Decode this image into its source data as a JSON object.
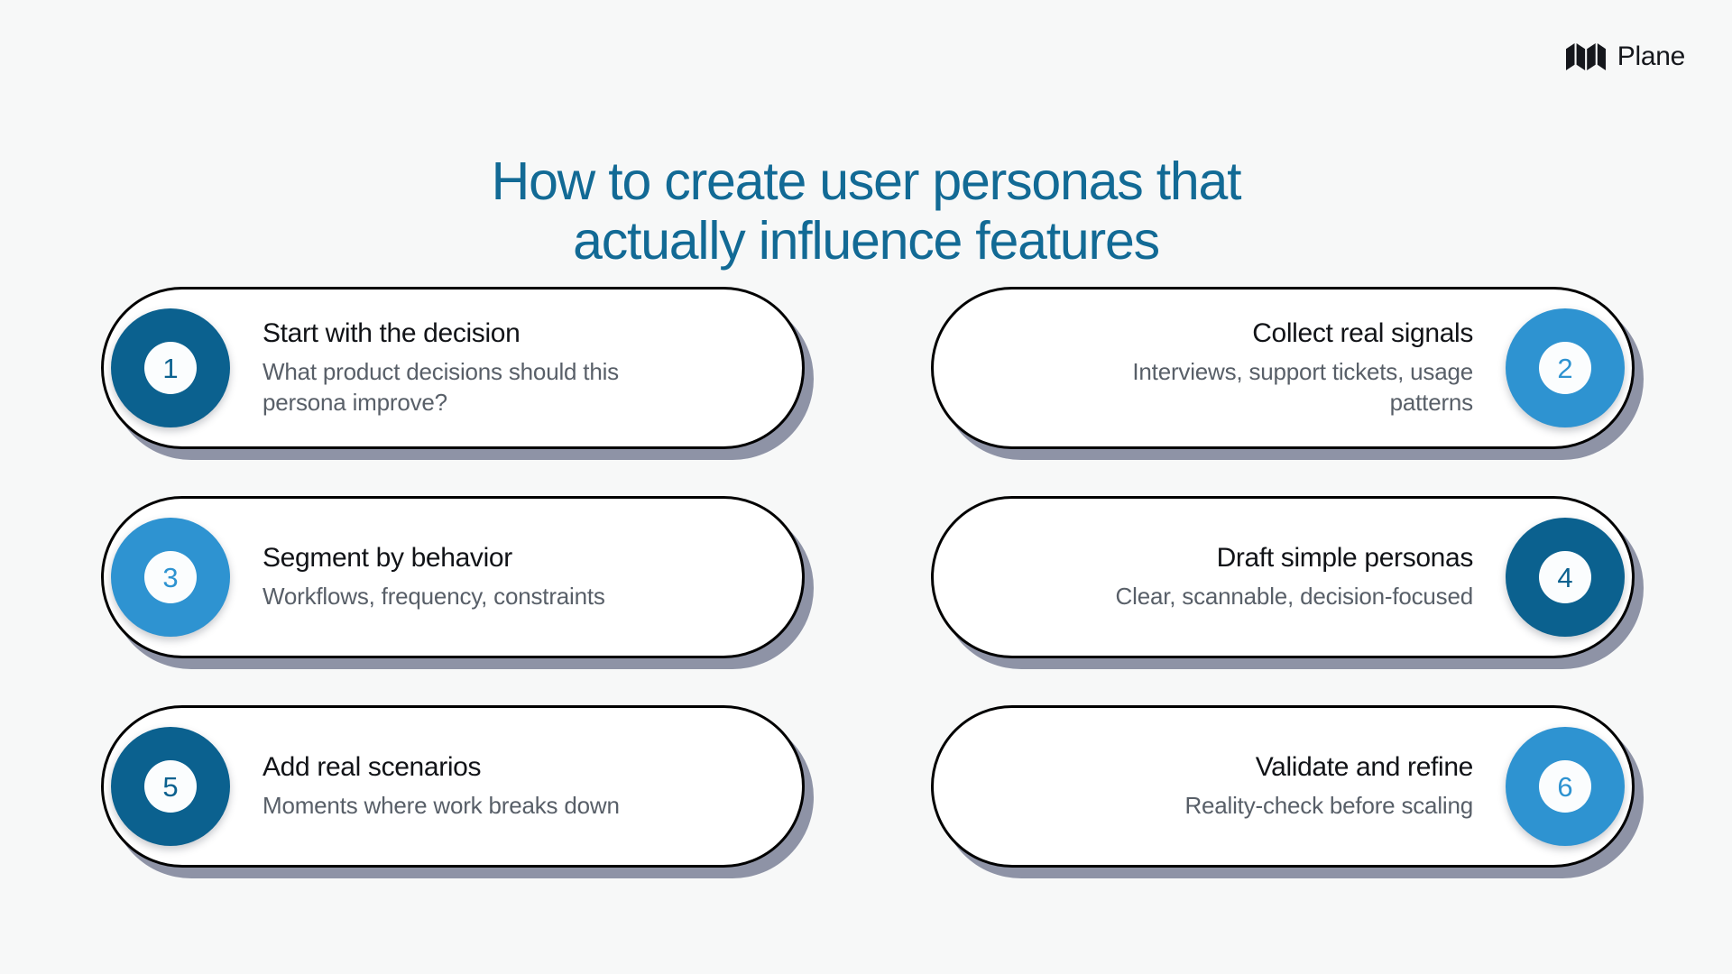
{
  "brand": {
    "name": "Plane",
    "logo_icon": "plane-logo-mark"
  },
  "title": {
    "line1": "How to create user personas that",
    "line2": "actually influence features",
    "color": "#126A95"
  },
  "colors": {
    "background": "#F7F8F8",
    "card_fill": "#FFFFFF",
    "card_border": "#000000",
    "card_shadow": "#8E93A6",
    "badge_dark": "#0B618F",
    "badge_light": "#2E93D1",
    "heading_text": "#111317",
    "body_text": "#585F68"
  },
  "steps": [
    {
      "number": "1",
      "title": "Start with the decision",
      "description": "What product decisions should this persona improve?",
      "side": "left",
      "badge_color": "#0B618F"
    },
    {
      "number": "2",
      "title": "Collect real signals",
      "description": "Interviews, support tickets, usage patterns",
      "side": "right",
      "badge_color": "#2E93D1"
    },
    {
      "number": "3",
      "title": "Segment by behavior",
      "description": "Workflows, frequency, constraints",
      "side": "left",
      "badge_color": "#2E93D1"
    },
    {
      "number": "4",
      "title": "Draft simple personas",
      "description": "Clear, scannable, decision-focused",
      "side": "right",
      "badge_color": "#0B618F"
    },
    {
      "number": "5",
      "title": "Add real scenarios",
      "description": "Moments where work breaks down",
      "side": "left",
      "badge_color": "#0B618F"
    },
    {
      "number": "6",
      "title": "Validate and refine",
      "description": "Reality-check before scaling",
      "side": "right",
      "badge_color": "#2E93D1"
    }
  ]
}
